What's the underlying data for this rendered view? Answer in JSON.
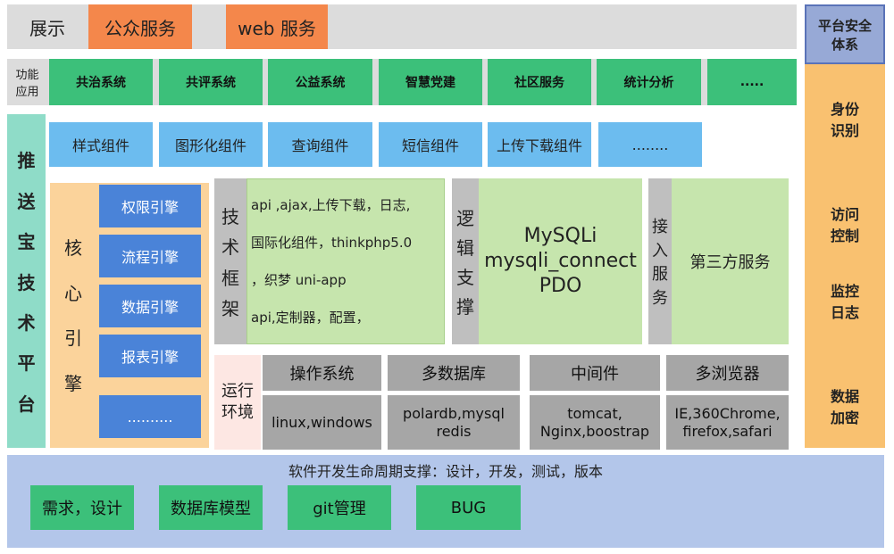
{
  "display": {
    "label": "展示",
    "services": [
      "公众服务",
      "web 服务"
    ]
  },
  "functions": {
    "label_line1": "功能",
    "label_line2": "应用",
    "items": [
      "共治系统",
      "共评系统",
      "公益系统",
      "智慧党建",
      "社区服务",
      "统计分析",
      "....."
    ]
  },
  "platform": {
    "chars": [
      "推",
      "送",
      "宝",
      "技",
      "术",
      "平",
      "台"
    ]
  },
  "components": {
    "items": [
      "样式组件",
      "图形化组件",
      "查询组件",
      "短信组件",
      "上传下载组件",
      "........"
    ]
  },
  "core_engine": {
    "chars": [
      "核",
      "心",
      "引",
      "擎"
    ],
    "items": [
      "权限引擎",
      "流程引擎",
      "数据引擎",
      "报表引擎",
      ".........."
    ]
  },
  "tech_framework": {
    "chars": [
      "技",
      "术",
      "框",
      "架"
    ],
    "lines": [
      "api ,ajax,上传下载，日志,",
      "国际化组件，thinkphp5.0",
      "，织梦 uni-app",
      "api,定制器，配置，"
    ]
  },
  "logic_support": {
    "chars": [
      "逻",
      "辑",
      "支",
      "撑"
    ],
    "lines": [
      "MySQLi",
      "mysqli_connect",
      "PDO"
    ]
  },
  "access_service": {
    "chars": [
      "接",
      "入",
      "服",
      "务"
    ],
    "content": "第三方服务"
  },
  "runtime": {
    "label_line1": "运行",
    "label_line2": "环境",
    "headers": [
      "操作系统",
      "多数据库",
      "中间件",
      "多浏览器"
    ],
    "values": [
      [
        "linux,windows"
      ],
      [
        "polardb,mysql",
        "redis"
      ],
      [
        "tomcat,",
        "Nginx,boostrap"
      ],
      [
        "IE,360Chrome,",
        "firefox,safari"
      ]
    ]
  },
  "lifecycle": {
    "title": "软件开发生命周期支撑：设计，开发，测试，版本",
    "items": [
      "需求，设计",
      "数据库模型",
      "git管理",
      "BUG"
    ]
  },
  "security": {
    "title_line1": "平台安全",
    "title_line2": "体系",
    "items": [
      [
        "身份",
        "识别"
      ],
      [
        "访问",
        "控制"
      ],
      [
        "监控",
        "日志"
      ],
      [
        "数据",
        "加密"
      ]
    ]
  }
}
